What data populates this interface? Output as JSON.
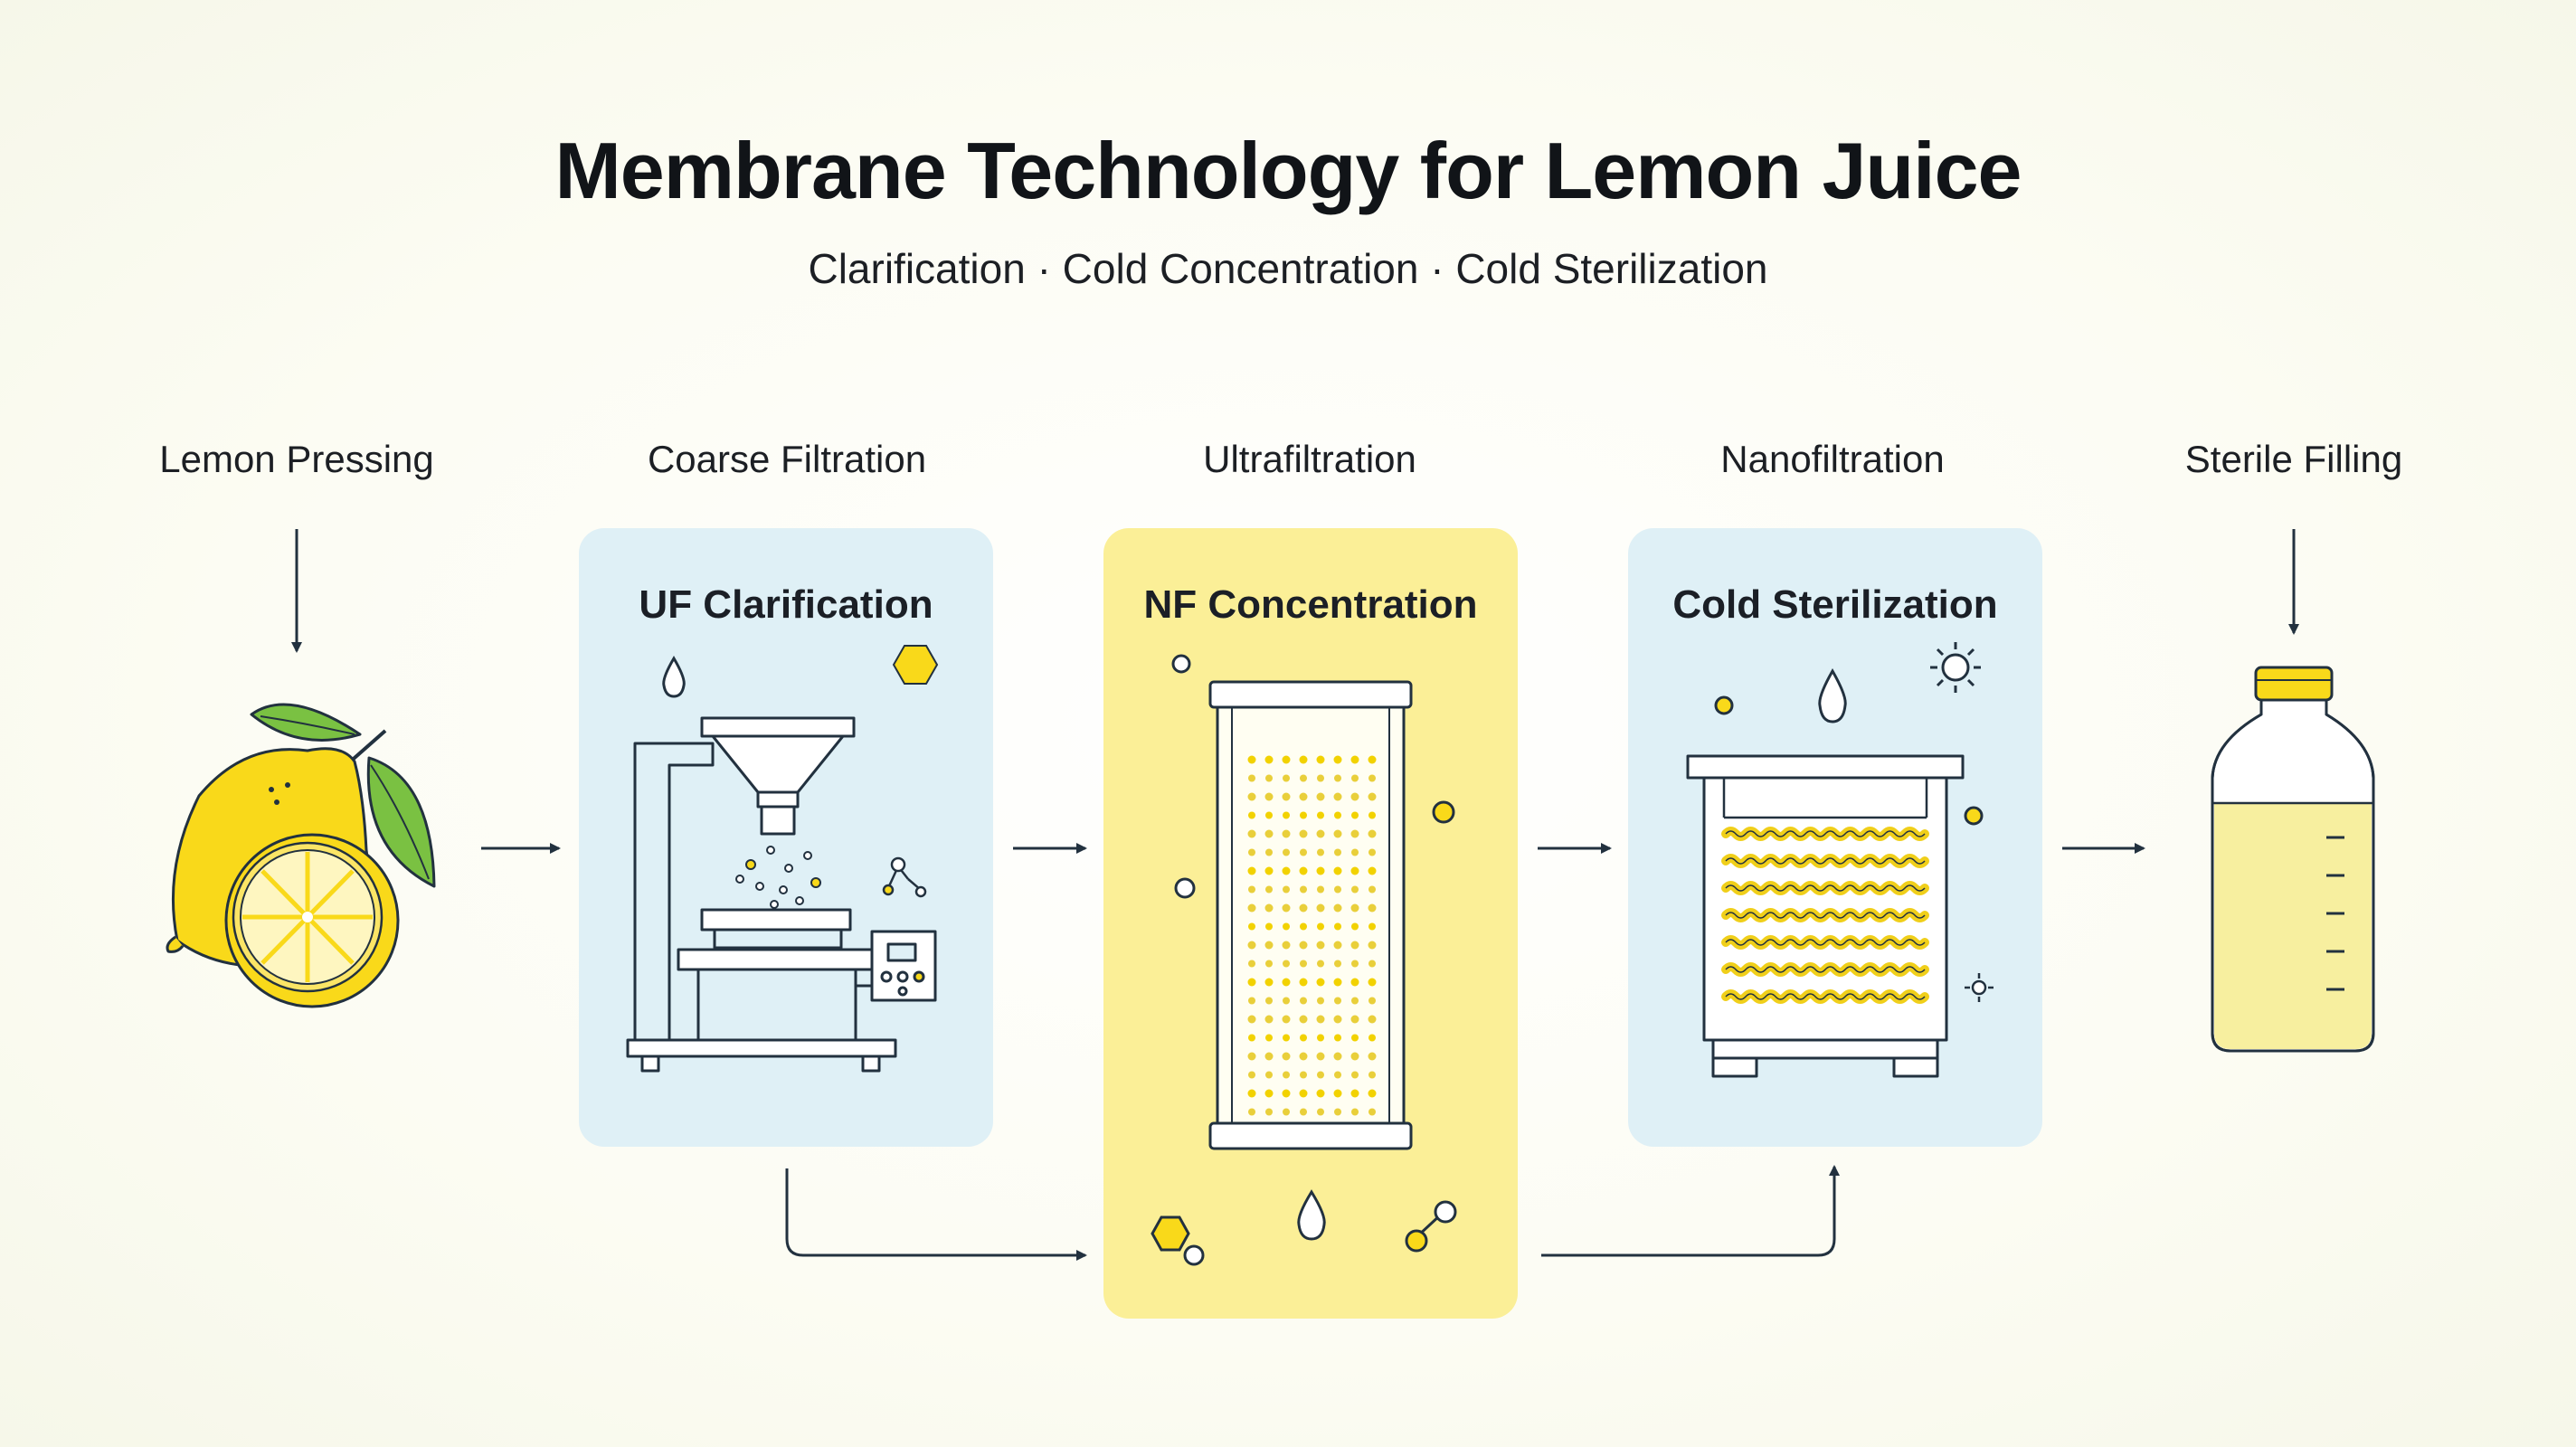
{
  "title": "Membrane Technology for Lemon Juice",
  "subtitle": "Clarification · Cold Concentration · Cold Sterilization",
  "steps": [
    {
      "label": "Lemon Pressing"
    },
    {
      "label": "Coarse Filtration",
      "card_title": "UF Clarification"
    },
    {
      "label": "Ultrafiltration",
      "card_title": "NF Concentration"
    },
    {
      "label": "Nanofiltration",
      "card_title": "Cold Sterilization"
    },
    {
      "label": "Sterile Filling"
    }
  ],
  "icons": [
    "lemon-icon",
    "filter-machine-icon",
    "membrane-module-icon",
    "sterilizer-icon",
    "bottle-icon",
    "droplet-icon",
    "molecule-icon",
    "microbe-icon"
  ],
  "colors": {
    "blue_card": "#dff0f6",
    "yellow_card": "#fbef97",
    "lemon": "#f9d91a",
    "leaf": "#7ac142",
    "ink": "#22313f",
    "juice": "#f7ef9f"
  }
}
